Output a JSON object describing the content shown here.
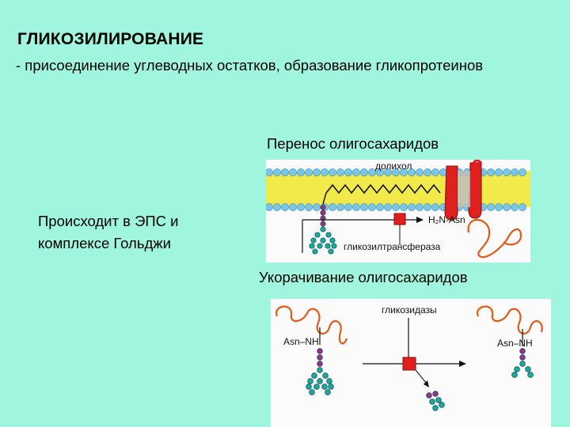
{
  "title": "ГЛИКОЗИЛИРОВАНИЕ",
  "subtitle": " - присоединение углеводных остатков, образование гликопротеинов",
  "location_text": "Происходит в ЭПС и комплексе Гольджи",
  "transfer": {
    "caption": "Перенос олигосахаридов",
    "dolichol_label": "долихол",
    "acceptor_label": "H₂N-Asn",
    "enzyme_label": "гликозилтрансфераза"
  },
  "shortening": {
    "caption": "Укорачивание олигосахаридов",
    "enzyme_label": "гликозидазы",
    "left_label": "Asn–NH",
    "right_label": "Asn–NH"
  },
  "colors": {
    "background": "#9ff5dd",
    "membrane_yellow": "#f2ea4a",
    "membrane_blue": "#7ac6e8",
    "protein_red": "#e01f1f",
    "chain_orange": "#e35a16",
    "sugar_teal": "#1aa9a0",
    "sugar_purple": "#9a2f8c"
  }
}
